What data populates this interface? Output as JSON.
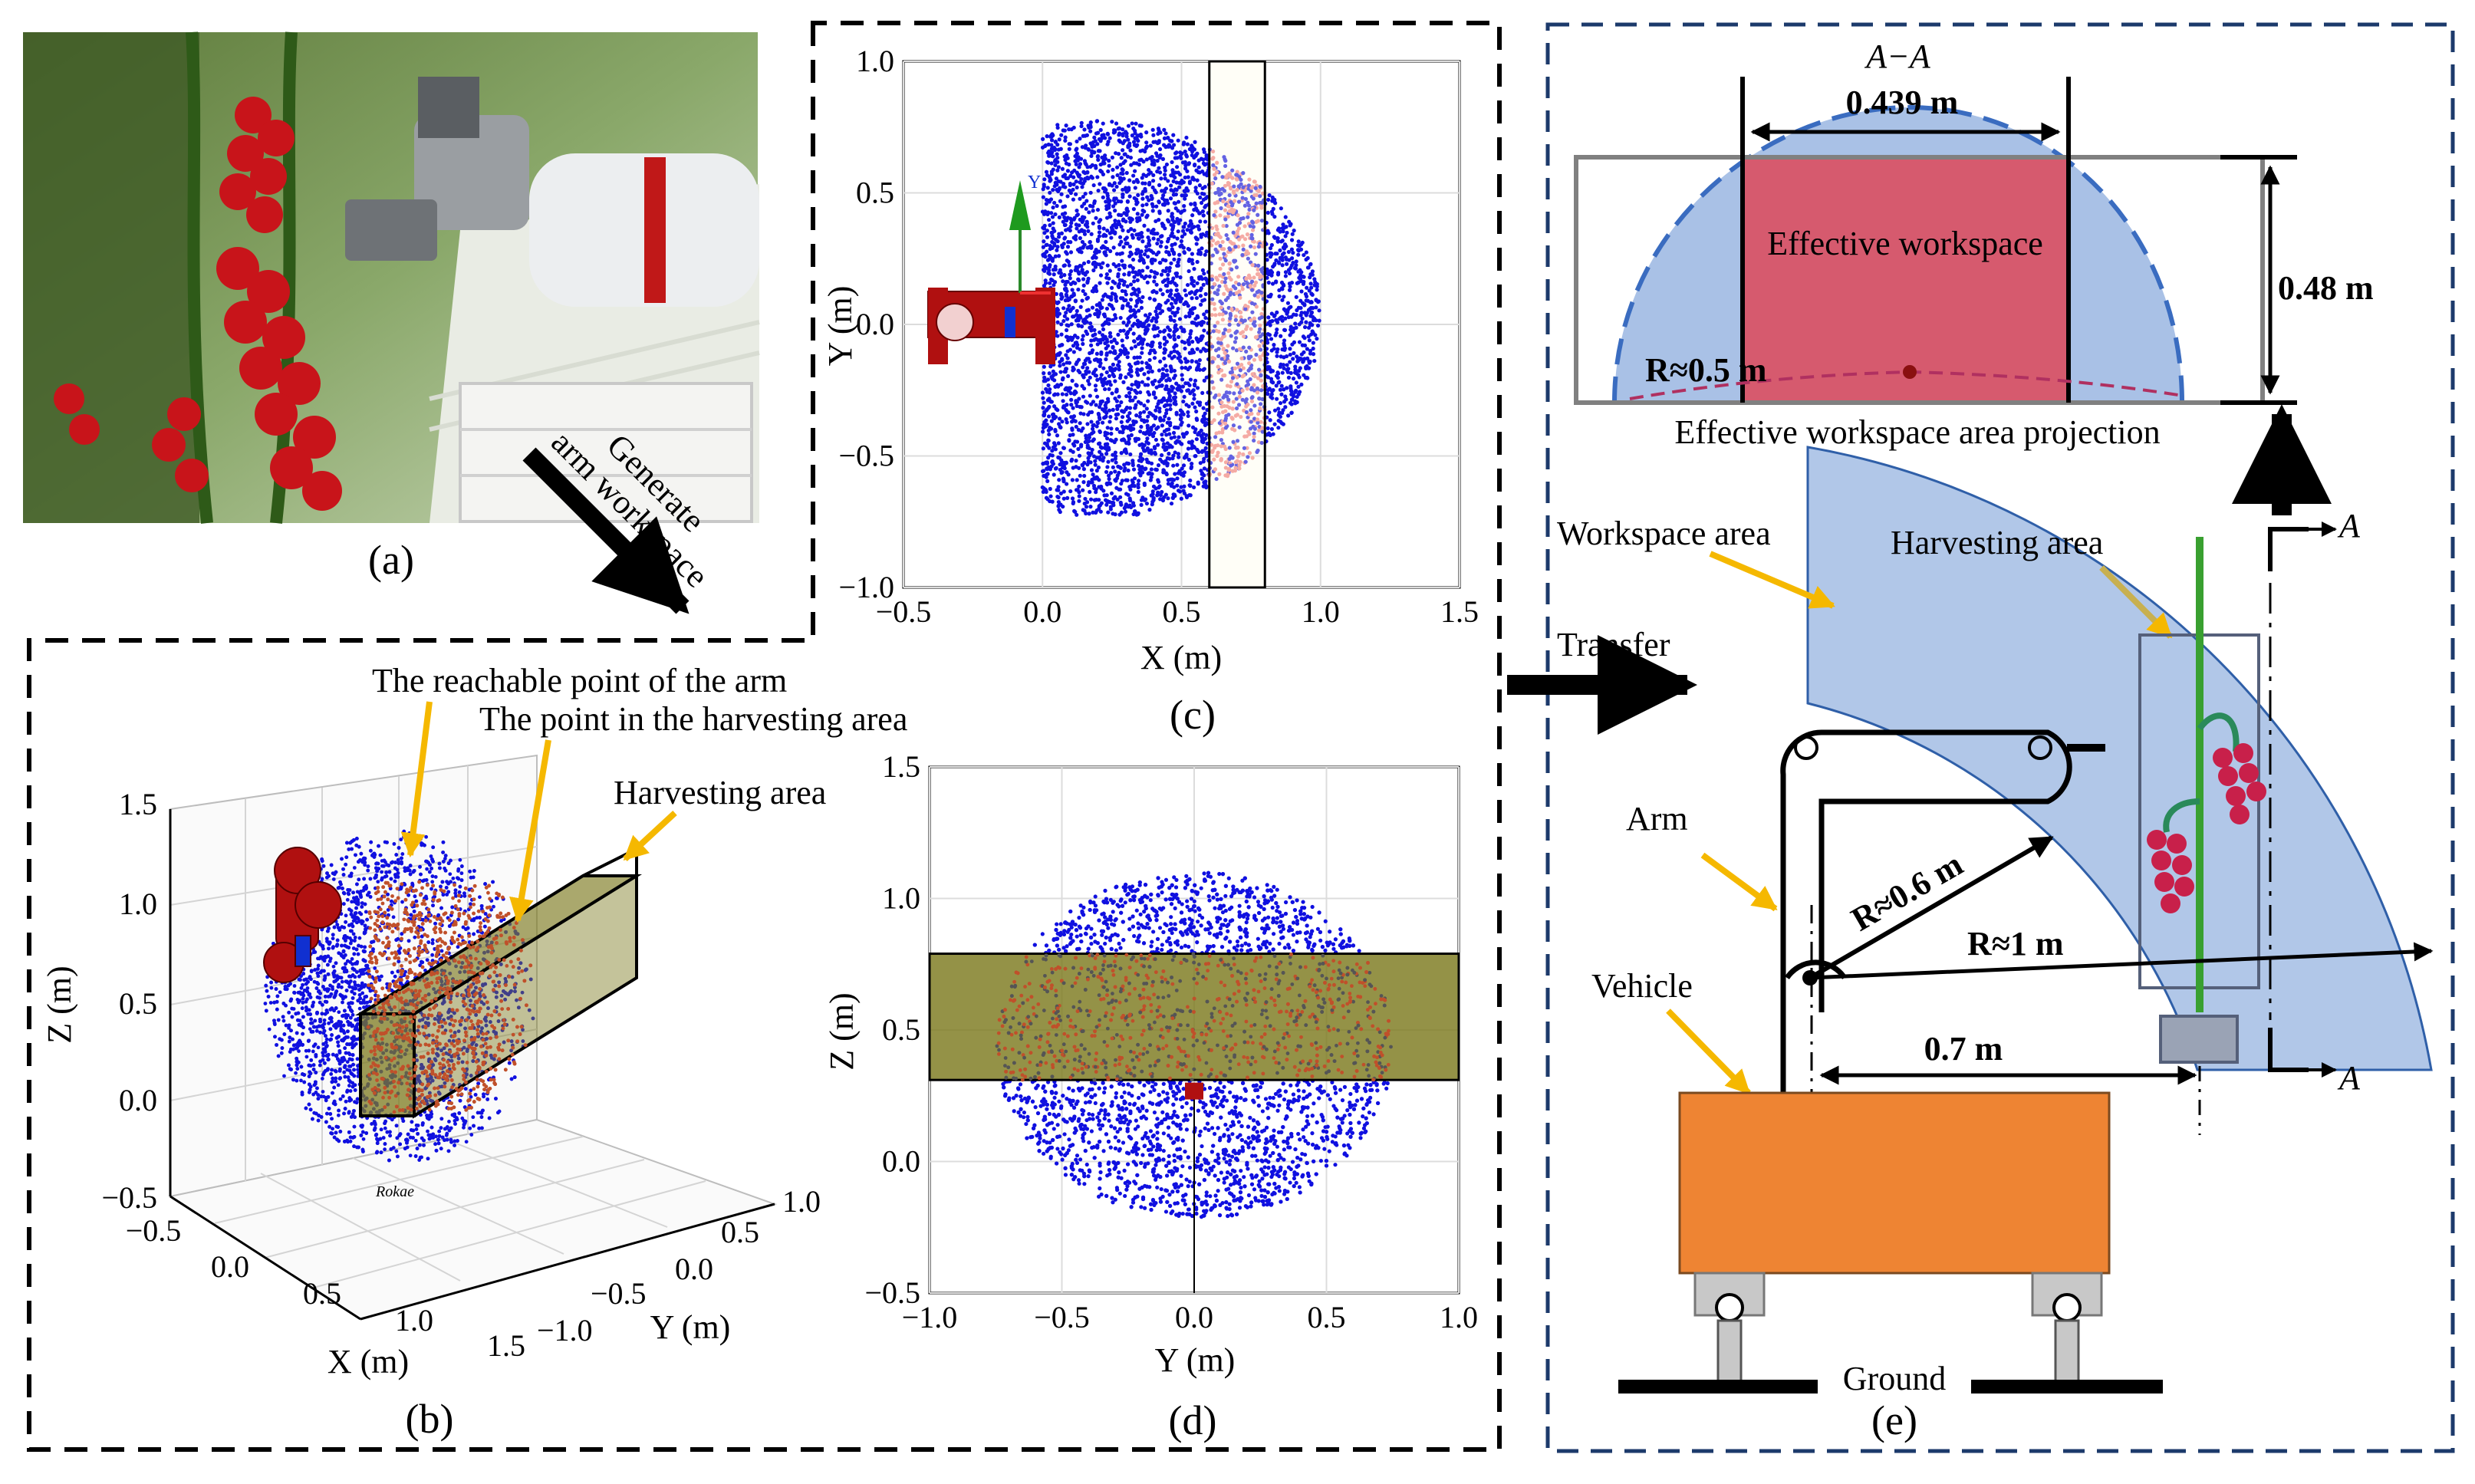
{
  "colors": {
    "reachable_points": "#1010e0",
    "harvest_points": "#f08080",
    "harvest_points_3d": "#c0502a",
    "harvest_box": "#7c7a1e",
    "workspace_area": "#a9c1e6",
    "effective_workspace": "#d65a6e",
    "vehicle": "#ee8433",
    "arm_red": "#b01010",
    "arrow": "#000000",
    "callout_arrow": "#f5b800",
    "dashed_border": "#000000",
    "dashed_border_e": "#1c3a6b"
  },
  "panel_a": {
    "label": "(a)",
    "photo_icon": "tomato-harvesting-robot-photo",
    "arrow_label_line1": "Generate",
    "arrow_label_line2": "arm workspace"
  },
  "panel_b": {
    "label": "(b)",
    "callout_reachable": "The reachable point of the arm",
    "callout_harvest_point": "The point in the harvesting area",
    "callout_harvest_area": "Harvesting area",
    "base_brand": "Rokae",
    "chart_data": {
      "type": "scatter",
      "projection": "3d",
      "xlabel": "X (m)",
      "ylabel": "Y (m)",
      "zlabel": "Z (m)",
      "x_ticks": [
        "−0.5",
        "0.0",
        "0.5",
        "1.0",
        "1.5"
      ],
      "y_ticks": [
        "−1.0",
        "−0.5",
        "0.0",
        "0.5",
        "1.0"
      ],
      "z_ticks": [
        "−0.5",
        "0.0",
        "0.5",
        "1.0",
        "1.5"
      ],
      "xlim": [
        -0.5,
        1.5
      ],
      "ylim": [
        -1.0,
        1.0
      ],
      "zlim": [
        -0.5,
        1.5
      ],
      "grid": true,
      "series": [
        {
          "point_cloud": "reachable",
          "center": [
            0.3,
            0.0,
            0.4
          ],
          "radius": 0.85
        },
        {
          "point_cloud": "harvesting",
          "x_range": [
            0.6,
            0.8
          ],
          "y_range": [
            -0.75,
            0.75
          ],
          "z_range": [
            0.3,
            0.8
          ]
        }
      ]
    }
  },
  "panel_c": {
    "label": "(c)",
    "axis_marker": "Y",
    "chart_data": {
      "type": "scatter",
      "xlabel": "X (m)",
      "ylabel": "Y (m)",
      "xlim": [
        -0.5,
        1.5
      ],
      "ylim": [
        -1.0,
        1.0
      ],
      "x_ticks": [
        -0.5,
        0.0,
        0.5,
        1.0,
        1.5
      ],
      "y_ticks": [
        -1.0,
        -0.5,
        0.0,
        0.5,
        1.0
      ],
      "x_tick_labels": [
        "−0.5",
        "0.0",
        "0.5",
        "1.0",
        "1.5"
      ],
      "y_tick_labels": [
        "−1.0",
        "−0.5",
        "0.0",
        "0.5",
        "1.0"
      ],
      "grid": true,
      "reachable_region": {
        "x_min": 0.0,
        "x_max": 1.0,
        "y_min": -0.73,
        "y_max": 0.78
      },
      "harvesting_box": {
        "x": [
          0.6,
          0.8
        ],
        "y": [
          -1.0,
          1.0
        ]
      }
    }
  },
  "panel_d": {
    "label": "(d)",
    "chart_data": {
      "type": "scatter",
      "xlabel": "Y (m)",
      "ylabel": "Z (m)",
      "xlim": [
        -1.0,
        1.0
      ],
      "ylim": [
        -0.5,
        1.5
      ],
      "x_ticks": [
        -1.0,
        -0.5,
        0.0,
        0.5,
        1.0
      ],
      "y_ticks": [
        -0.5,
        0.0,
        0.5,
        1.0,
        1.5
      ],
      "x_tick_labels": [
        "−1.0",
        "−0.5",
        "0.0",
        "0.5",
        "1.0"
      ],
      "y_tick_labels": [
        "−0.5",
        "0.0",
        "0.5",
        "1.0",
        "1.5"
      ],
      "grid": true,
      "reachable_region": {
        "y_min": -0.75,
        "y_max": 0.75,
        "z_min": -0.22,
        "z_max": 1.1
      },
      "harvesting_band": {
        "z": [
          0.31,
          0.79
        ]
      }
    }
  },
  "panel_e": {
    "label": "(e)",
    "section_title": "A−A",
    "width_dim": "0.439 m",
    "height_dim": "0.48 m",
    "effective_workspace": "Effective workspace",
    "small_radius": "R≈0.5 m",
    "projection_caption": "Effective workspace area projection",
    "section_marker_top": "A",
    "section_marker_bottom": "A",
    "workspace_area": "Workspace area",
    "harvesting_area": "Harvesting area",
    "transfer": "Transfer",
    "arm": "Arm",
    "vehicle": "Vehicle",
    "inner_radius": "R≈0.6 m",
    "outer_radius": "R≈1 m",
    "reach_dim": "0.7 m",
    "ground": "Ground"
  }
}
